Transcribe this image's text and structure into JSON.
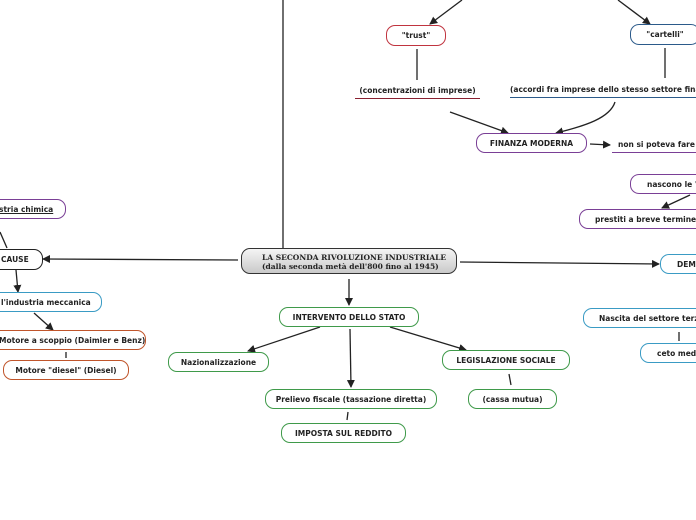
{
  "central": {
    "line1": "LA SECONDA RIVOLUZIONE INDUSTRIALE",
    "line2": "(dalla seconda metà dell'800 fino al 1945)"
  },
  "nodes": {
    "trust": "\"trust\"",
    "cartelli": "\"cartelli\"",
    "concentrazioni": "(concentrazioni di imprese)",
    "accordi": "(accordi fra imprese dello stesso settore finaliz",
    "finanza": "FINANZA MODERNA",
    "non_si_poteva": "non si poteva fare p",
    "nascono": "nascono le \"i",
    "prestiti": "prestiti a breve termine",
    "industria_chimica": "stria chimica",
    "cause": "CAUSE",
    "meccanica": "l'industria meccanica",
    "motore_scoppio": "Motore a scoppio (Daimler e Benz)",
    "motore_diesel": "Motore \"diesel\" (Diesel)",
    "intervento": "INTERVENTO DELLO STATO",
    "nazionalizzazione": "Nazionalizzazione",
    "legislazione": "LEGISLAZIONE SOCIALE",
    "cassa_mutua": "(cassa mutua)",
    "prelievo": "Prelievo fiscale (tassazione diretta)",
    "imposta": "IMPOSTA SUL REDDITO",
    "demo": "DEMO",
    "nascita_terziario": "Nascita del settore terzia",
    "ceto_medio": "ceto medio"
  },
  "colors": {
    "trust": "#c0343f",
    "cartelli": "#2b5a8a",
    "purple": "#7a3f96",
    "cyan": "#3a9bc4",
    "orange": "#c0552b",
    "green": "#3f9a4a",
    "finanza_line": "#8a2030",
    "line": "#222222"
  }
}
